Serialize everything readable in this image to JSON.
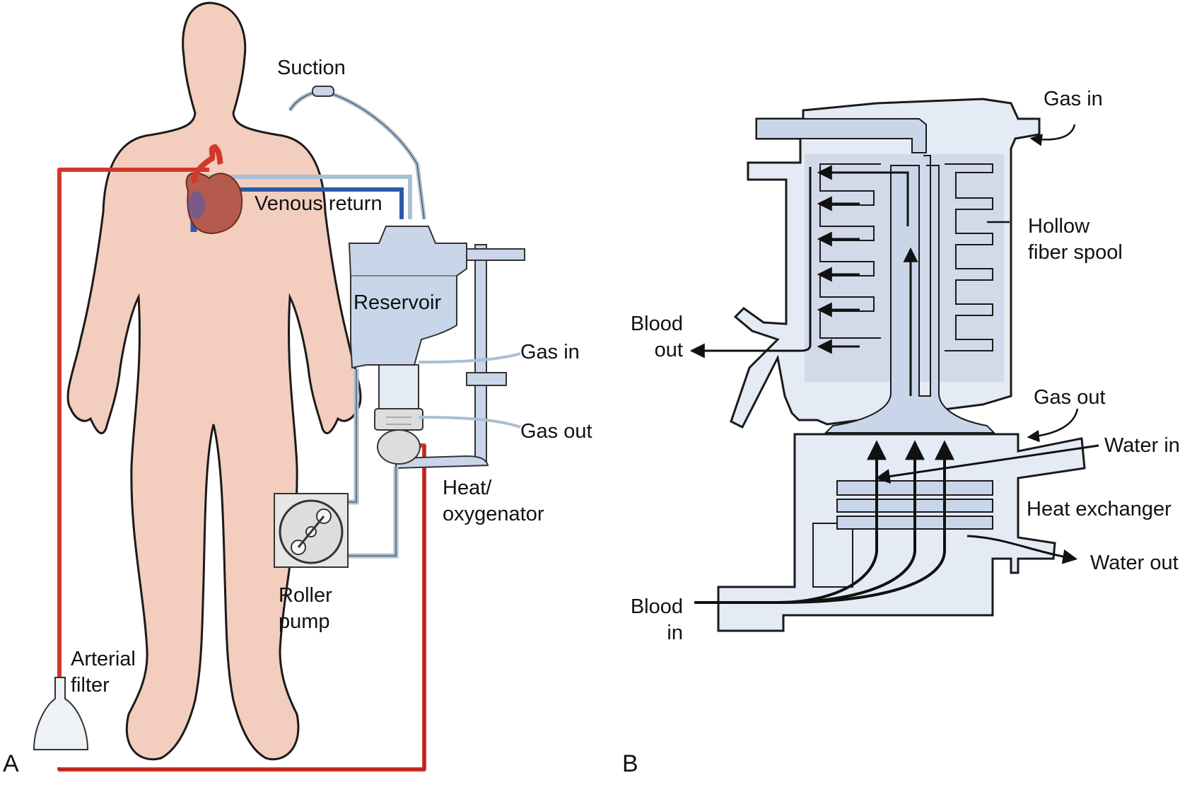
{
  "panels": {
    "a": {
      "letter": "A",
      "labels": {
        "suction": "Suction",
        "venous_return": "Venous return",
        "reservoir": "Reservoir",
        "gas_in": "Gas in",
        "gas_out": "Gas out",
        "heat_oxygenator": [
          "Heat/",
          "oxygenator"
        ],
        "roller_pump": [
          "Roller",
          "pump"
        ],
        "arterial_filter": [
          "Arterial",
          "filter"
        ]
      }
    },
    "b": {
      "letter": "B",
      "labels": {
        "gas_in": "Gas in",
        "hollow_fiber_spool": [
          "Hollow",
          "fiber spool"
        ],
        "blood_out": [
          "Blood",
          "out"
        ],
        "gas_out": "Gas out",
        "water_in": "Water in",
        "heat_exchanger": "Heat exchanger",
        "water_out": "Water out",
        "blood_in": [
          "Blood",
          "in"
        ]
      }
    }
  },
  "colors": {
    "skin": "#f3cdbd",
    "arterial_line": "#d2372c",
    "venous_line": "#2c5aa8",
    "device_fill": "#e4ebf5",
    "reservoir_fill": "#c9d6ea",
    "tubing": "#a9bfd4",
    "spool_fill": "#cfd6e6",
    "outline": "#1a1a1a"
  }
}
